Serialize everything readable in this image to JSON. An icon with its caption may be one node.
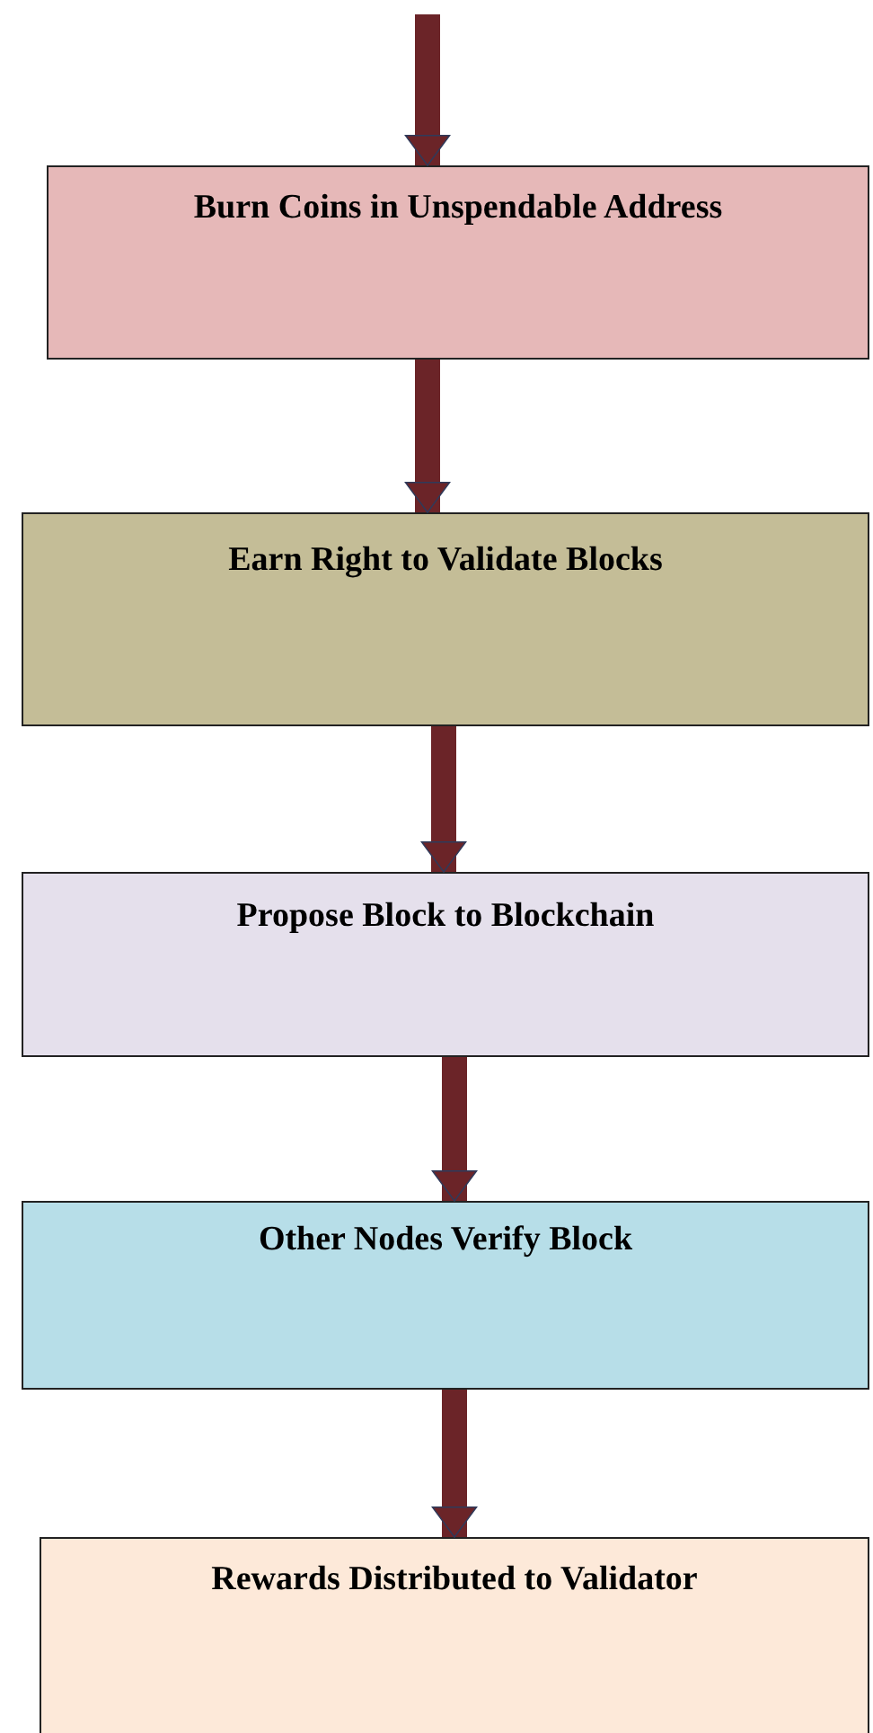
{
  "diagram": {
    "nodes": [
      {
        "text": [
          "Burn Coins in Unspendable Address"
        ]
      },
      {
        "text": [
          "Earn Right to Validate Blocks"
        ]
      },
      {
        "text": [
          "Propose Block to Blockchain"
        ]
      },
      {
        "text": [
          "Other Nodes Verify Block"
        ]
      },
      {
        "text": [
          "Rewards Distributed to Validator"
        ]
      }
    ],
    "edges": [
      {
        "from": null,
        "to": 0,
        "arrow": "to"
      },
      {
        "from": 0,
        "to": 1,
        "arrow": "to"
      },
      {
        "from": 1,
        "to": 2,
        "arrow": "to"
      },
      {
        "from": 2,
        "to": 3,
        "arrow": "to"
      },
      {
        "from": 3,
        "to": 4,
        "arrow": "to"
      }
    ]
  }
}
